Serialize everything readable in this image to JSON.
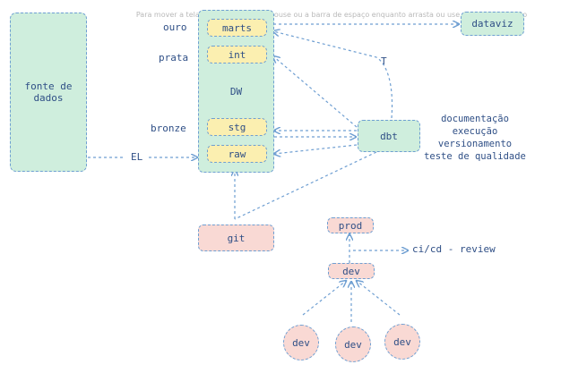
{
  "hint_text": "Para mover a tela, segure a roda do mouse ou a barra de espaço enquanto arrasta ou use a ferramenta mão",
  "nodes": {
    "source": "fonte de dados",
    "dw": "DW",
    "marts": "marts",
    "int": "int",
    "stg": "stg",
    "raw": "raw",
    "dataviz": "dataviz",
    "dbt": "dbt",
    "git": "git",
    "prod": "prod",
    "dev_main": "dev",
    "dev_1": "dev",
    "dev_2": "dev",
    "dev_3": "dev"
  },
  "layer_labels": {
    "ouro": "ouro",
    "prata": "prata",
    "bronze": "bronze"
  },
  "edge_labels": {
    "el": "EL",
    "t": "T",
    "cicd": "ci/cd - review"
  },
  "dbt_features": [
    "documentação",
    "execução",
    "versionamento",
    "teste de qualidade"
  ],
  "colors": {
    "stroke": "#6f9fd2",
    "green_fill": "#cfeedd",
    "yellow_fill": "#fbefb0",
    "pink_fill": "#f9d9d4",
    "text": "#2f4f86"
  }
}
